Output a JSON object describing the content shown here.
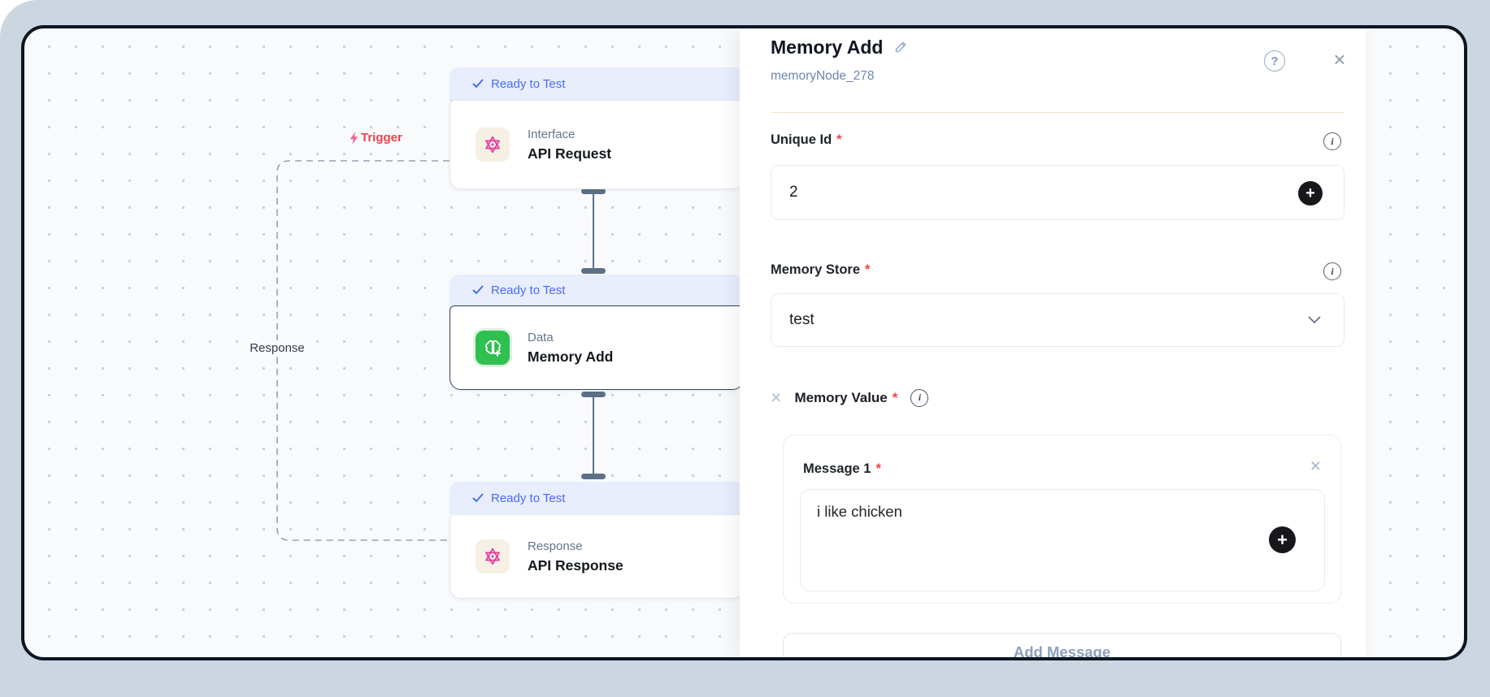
{
  "canvas": {
    "trigger_label": "Trigger",
    "response_label": "Response",
    "nodes": [
      {
        "badge": "Ready to Test",
        "category": "Interface",
        "title": "API Request",
        "icon": "hexagram",
        "selected": false
      },
      {
        "badge": "Ready to Test",
        "category": "Data",
        "title": "Memory Add",
        "icon": "brain-plus",
        "selected": true
      },
      {
        "badge": "Ready to Test",
        "category": "Response",
        "title": "API Response",
        "icon": "hexagram",
        "selected": false
      }
    ]
  },
  "panel": {
    "title": "Memory Add",
    "node_id": "memoryNode_278",
    "required_mark": "*",
    "fields": {
      "unique_id": {
        "label": "Unique Id",
        "value": "2"
      },
      "memory_store": {
        "label": "Memory Store",
        "value": "test"
      }
    },
    "memory_value_label": "Memory Value",
    "message": {
      "label": "Message 1",
      "value": "i like chicken"
    },
    "add_message_label": "Add Message"
  },
  "icons": {
    "help_glyph": "?",
    "close_glyph": "×",
    "info_glyph": "i",
    "plus_glyph": "+"
  },
  "colors": {
    "accent_blue": "#4a6bf5",
    "badge_bg": "#e8eefc",
    "trigger_red": "#ee4150",
    "required_red": "#ef4444",
    "node_green": "#2fc050",
    "node_pink": "#e5399e",
    "frame_border": "#0c1523",
    "canvas_bg": "#f8fafc",
    "outer_bg": "#ccd6e1",
    "divider_tan": "#f2e2cf"
  }
}
